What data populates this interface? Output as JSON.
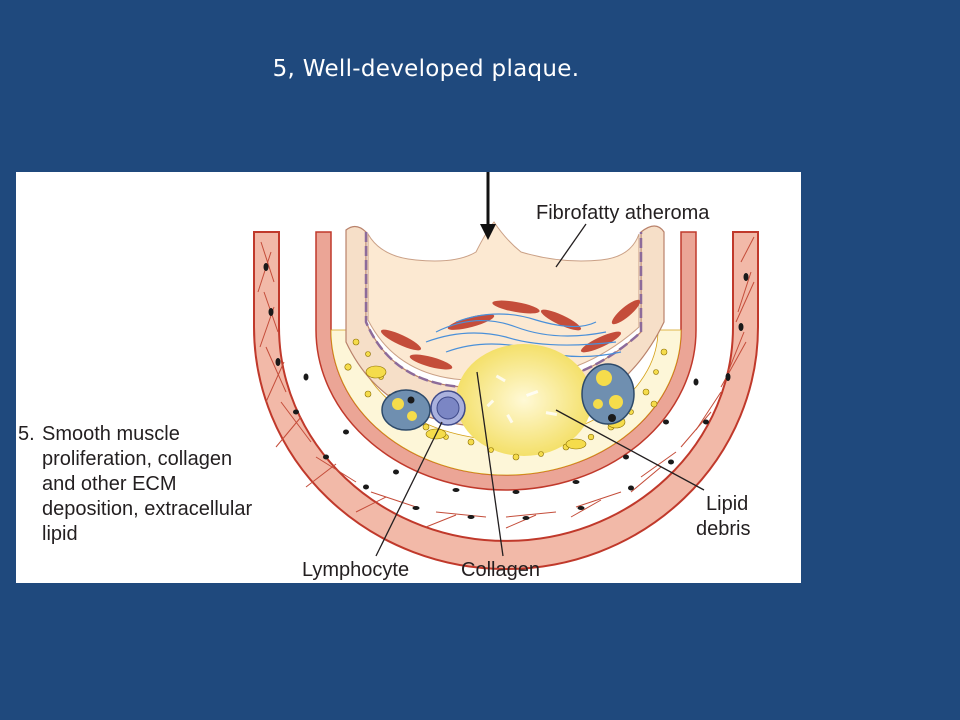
{
  "slide": {
    "title": "5, Well-developed plaque."
  },
  "labels": {
    "fibrofatty": "Fibrofatty atheroma",
    "stage_number": "5.",
    "stage_lines": [
      "Smooth muscle",
      "proliferation, collagen",
      "and other ECM",
      "deposition, extracellular",
      "lipid"
    ],
    "lipid_debris": [
      "Lipid",
      "debris"
    ],
    "lymphocyte": "Lymphocyte",
    "collagen": "Collagen"
  },
  "colors": {
    "background": "#1f497d",
    "artery_wall": "#f2b9a8",
    "wall_border": "#c0392b",
    "smooth_muscle_cell": "#c44d3a",
    "cell_nucleus": "#1a1a1a",
    "lipid_core": "#f9f0a8",
    "lipid_droplet": "#f5dc4b",
    "foam_cell": "#6f8fb0",
    "lymphocyte": "#7b86c4",
    "collagen_fibers": "#4a90d9",
    "intimal_cap": "#f6dfc8"
  },
  "icons": {
    "arrow": "down-arrow-icon"
  }
}
